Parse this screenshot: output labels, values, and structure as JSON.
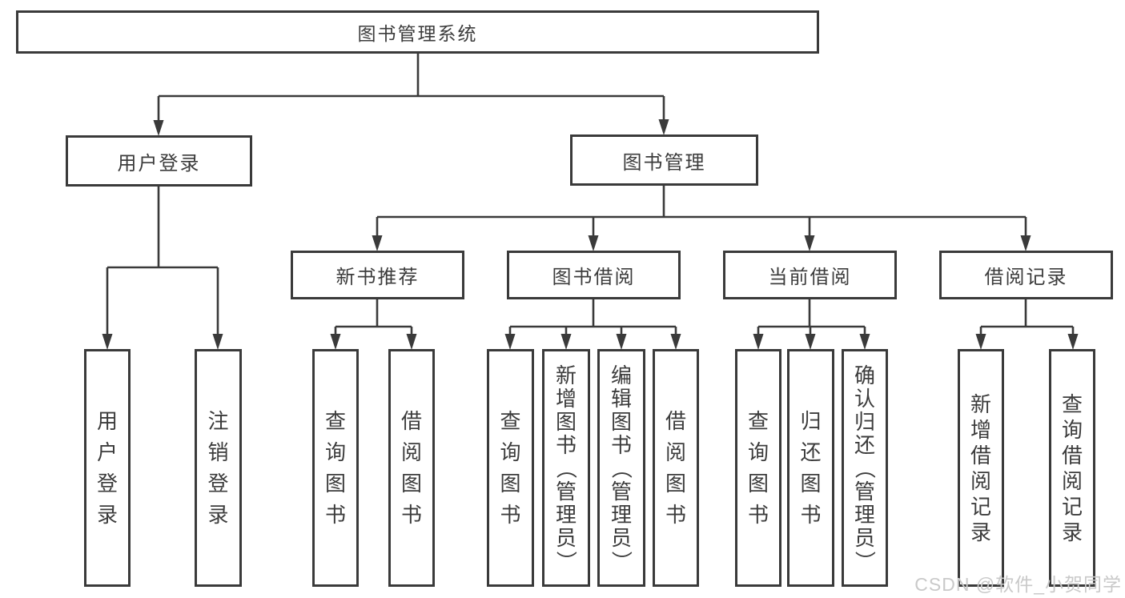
{
  "diagram": {
    "root": {
      "label": "图书管理系统"
    },
    "branches": [
      {
        "label": "用户登录",
        "children": [
          {
            "label": "用户登录"
          },
          {
            "label": "注销登录"
          }
        ]
      },
      {
        "label": "图书管理",
        "children": [
          {
            "label": "新书推荐",
            "children": [
              {
                "label": "查询图书"
              },
              {
                "label": "借阅图书"
              }
            ]
          },
          {
            "label": "图书借阅",
            "children": [
              {
                "label": "查询图书"
              },
              {
                "label": "新增图书（管理员）"
              },
              {
                "label": "编辑图书（管理员）"
              },
              {
                "label": "借阅图书"
              }
            ]
          },
          {
            "label": "当前借阅",
            "children": [
              {
                "label": "查询图书"
              },
              {
                "label": "归还图书"
              },
              {
                "label": "确认归还（管理员）"
              }
            ]
          },
          {
            "label": "借阅记录",
            "children": [
              {
                "label": "新增借阅记录"
              },
              {
                "label": "查询借阅记录"
              }
            ]
          }
        ]
      }
    ]
  },
  "watermark": "CSDN @软件_小贺同学",
  "colors": {
    "line": "#3a3a3a",
    "text": "#3c3c3c",
    "box_bg": "#ffffff",
    "watermark": "#c9c9c9",
    "background": "#ffffff"
  }
}
